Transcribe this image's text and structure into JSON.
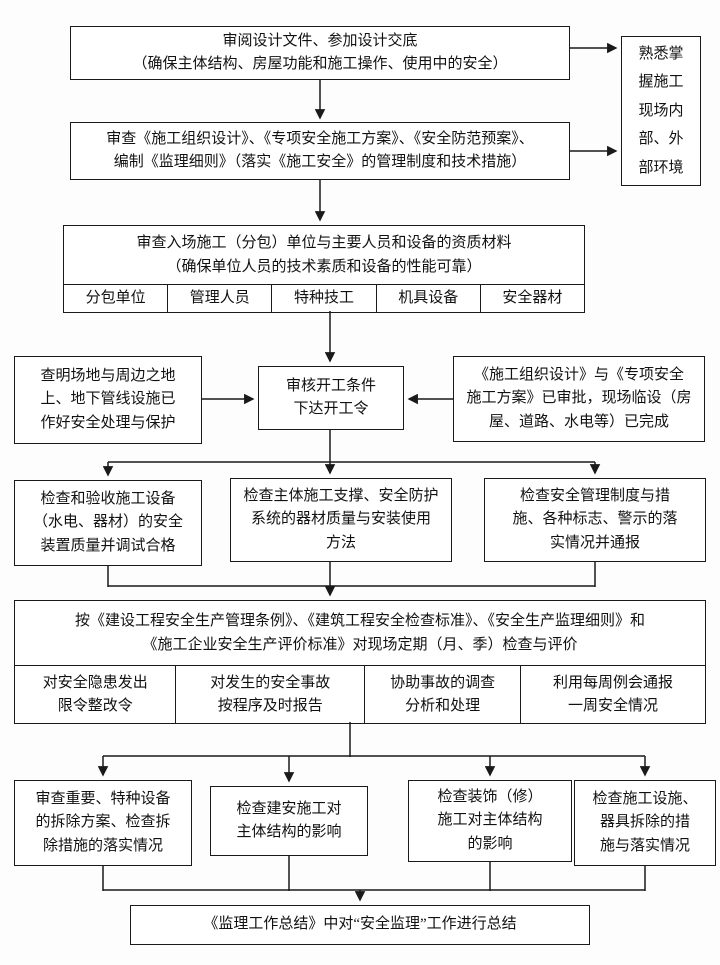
{
  "colors": {
    "border": "#1a1a1a",
    "background": "#ffffff",
    "text": "#111111"
  },
  "nodes": {
    "review_design": "审阅设计文件、参加设计交底\n（确保主体结构、房屋功能和施工操作、使用中的安全）",
    "env": "熟悉掌\n握施工\n现场内\n部、外\n部环境",
    "review_plans": "审查《施工组织设计》、《专项安全施工方案》、《安全防范预案》、\n编制《监理细则》（落实《施工安全》的管理制度和技术措施）",
    "review_qualification": "审查入场施工（分包）单位与主要人员和设备的资质材料\n（确保单位人员的技术素质和设备的性能可靠）",
    "qualification_cells": [
      "分包单位",
      "管理人员",
      "特种技工",
      "机具设备",
      "安全器材"
    ],
    "site_survey": "查明场地与周边之地\n上、地下管线设施已\n作好安全处理与保护",
    "approve_start": "审核开工条件\n下达开工令",
    "plans_approved": "《施工组织设计》与《专项安全\n施工方案》已审批，现场临设（房\n屋、道路、水电等）已完成",
    "check_equipment": "检查和验收施工设备\n（水电、器材）的安全\n装置质量并调试合格",
    "check_support": "检查主体施工支撑、安全防护\n系统的器材质量与安装使用\n方法",
    "check_management": "检查安全管理制度与措\n施、各种标志、警示的落\n实情况并通报",
    "periodic_check": "按《建设工程安全生产管理条例》、《建筑工程安全检查标准》、《安全生产监理细则》和\n《施工企业安全生产评价标准》对现场定期（月、季）检查与评价",
    "periodic_cells": [
      "对安全隐患发出\n限令整改令",
      "对发生的安全事故\n按程序及时报告",
      "协助事故的调查\n分析和处理",
      "利用每周例会通报\n一周安全情况"
    ],
    "review_demolition": "审查重要、特种设备\n的拆除方案、检查拆\n除措施的落实情况",
    "check_construction": "检查建安施工对\n主体结构的影响",
    "check_decoration": "检查装饰（修）\n施工对主体结构\n的影响",
    "check_facility_removal": "检查施工设施、\n器具拆除的措\n施与落实情况",
    "summary": "《监理工作总结》中对“安全监理”工作进行总结"
  }
}
